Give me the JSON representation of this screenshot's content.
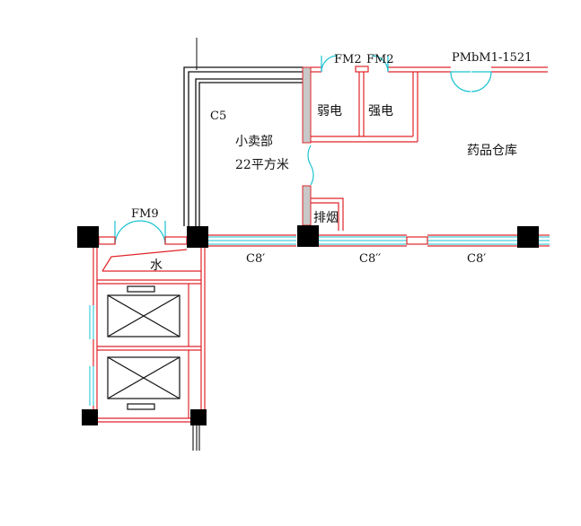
{
  "colors": {
    "wall_red": "#e0242a",
    "wall_black": "#111111",
    "window_cyan": "#19c3d0",
    "column_fill": "#000000",
    "partition_fill": "#c8c8c8",
    "background": "#ffffff"
  },
  "labels": {
    "door_fm2_left": "FM2",
    "door_fm2_right": "FM2",
    "door_pmbm": "PMbM1-1521",
    "room_weak_current": "弱电",
    "room_strong_current": "强电",
    "wall_c5": "C5",
    "room_shop_name": "小卖部",
    "room_shop_area": "22平方米",
    "room_pharmacy_store": "药品仓库",
    "door_fm9": "FM9",
    "room_smoke_exhaust": "排烟",
    "room_water": "水",
    "window_c8_left": "C8′",
    "window_c8_mid": "C8′′",
    "window_c8_right": "C8′"
  },
  "icons": [
    "column",
    "door-swing",
    "elevator-shaft-cross",
    "window-triple-line"
  ]
}
